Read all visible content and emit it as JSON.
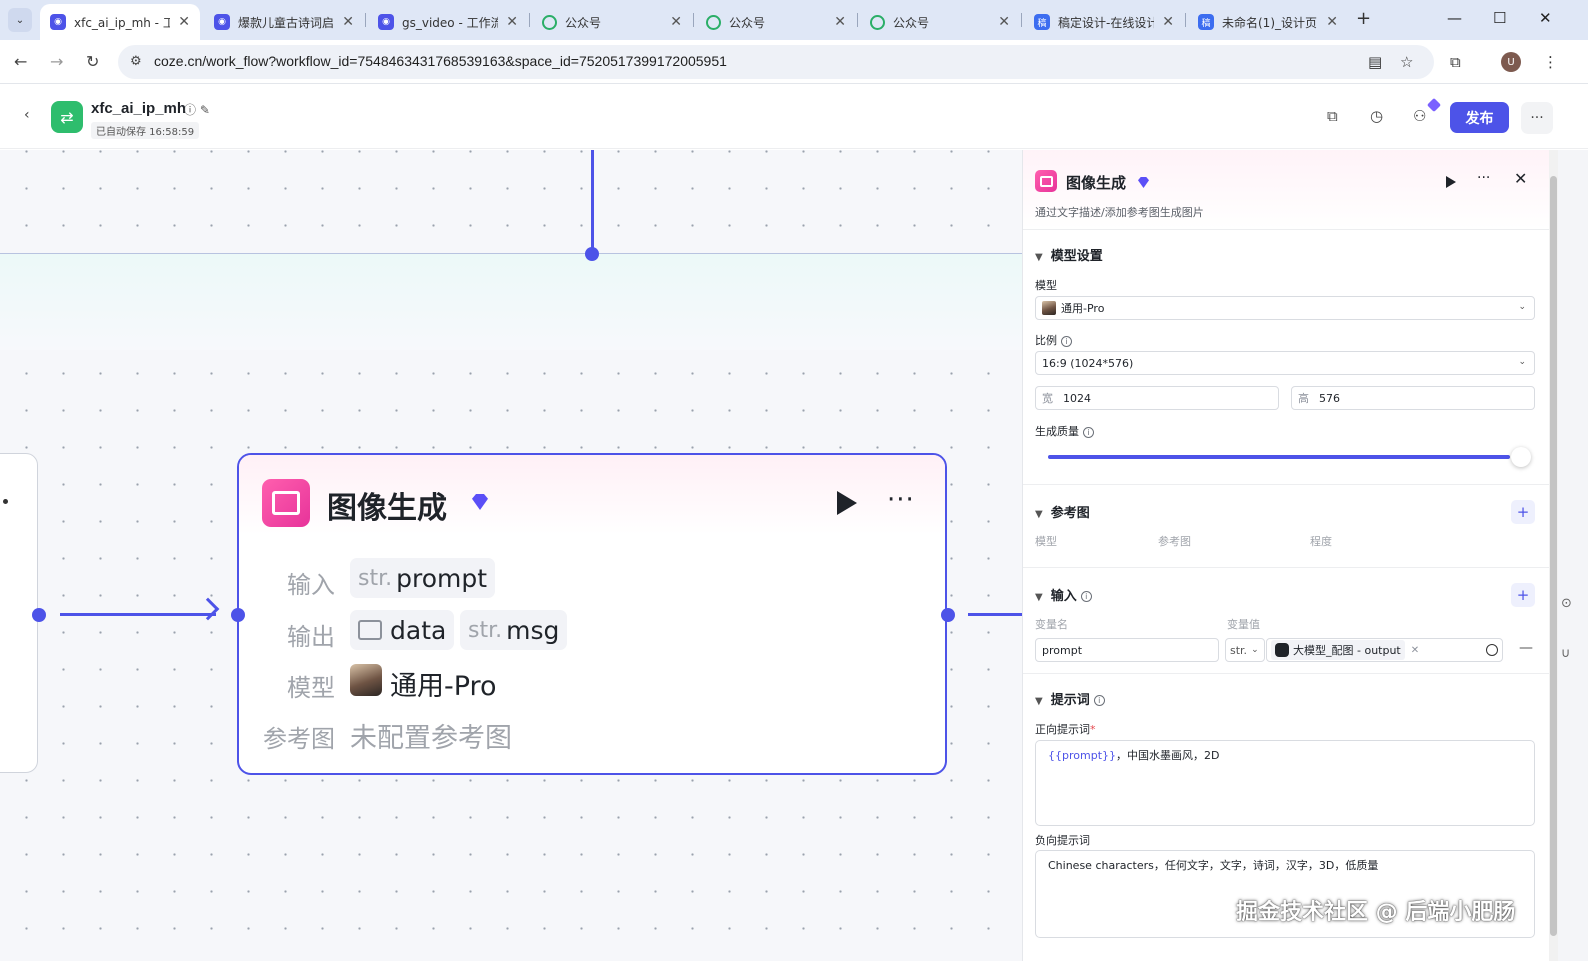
{
  "browser": {
    "tabs": [
      {
        "title": "xfc_ai_ip_mh - 工",
        "icon": "coze-icon",
        "active": true
      },
      {
        "title": "爆款儿童古诗词启",
        "icon": "coze-icon",
        "active": false
      },
      {
        "title": "gs_video - 工作流",
        "icon": "coze-icon",
        "active": false
      },
      {
        "title": "公众号",
        "icon": "wechat-icon",
        "active": false
      },
      {
        "title": "公众号",
        "icon": "wechat-icon",
        "active": false
      },
      {
        "title": "公众号",
        "icon": "wechat-icon",
        "active": false
      },
      {
        "title": "稿定设计-在线设计",
        "icon": "gaoding-icon",
        "active": false
      },
      {
        "title": "未命名(1)_设计页",
        "icon": "gaoding-icon",
        "active": false
      }
    ],
    "url": "coze.cn/work_flow?workflow_id=7548463431768539163&space_id=7520517399172005951",
    "profile_initial": "U"
  },
  "app_header": {
    "name": "xfc_ai_ip_mh",
    "autosave": "已自动保存 16:58:59",
    "publish_label": "发布"
  },
  "node": {
    "title": "图像生成",
    "input_label": "输入",
    "input_type": "str.",
    "input_var": "prompt",
    "output_label": "输出",
    "output_var_1": "data",
    "output_type_2": "str.",
    "output_var_2": "msg",
    "model_label": "模型",
    "model_value": "通用-Pro",
    "ref_label": "参考图",
    "ref_value": "未配置参考图"
  },
  "panel": {
    "title": "图像生成",
    "description": "通过文字描述/添加参考图生成图片",
    "model_section": "模型设置",
    "model_label": "模型",
    "model_value": "通用-Pro",
    "ratio_label": "比例",
    "ratio_value": "16:9 (1024*576)",
    "width_prefix": "宽",
    "width_value": "1024",
    "height_prefix": "高",
    "height_value": "576",
    "quality_label": "生成质量",
    "quality_level": 1.0,
    "ref_section": "参考图",
    "ref_col_model": "模型",
    "ref_col_image": "参考图",
    "ref_col_degree": "程度",
    "input_section": "输入",
    "var_name_label": "变量名",
    "var_value_label": "变量值",
    "var_name": "prompt",
    "var_type": "str.",
    "var_ref": "大模型_配图 - output",
    "prompt_section": "提示词",
    "positive_label": "正向提示词",
    "positive_token": "{{prompt}}",
    "positive_text": "，中国水墨画风，2D",
    "negative_label": "负向提示词",
    "negative_text": "Chinese characters，任何文字，文字，诗词，汉字，3D，低质量"
  },
  "watermark": "掘金技术社区 @ 后端小肥肠",
  "colors": {
    "accent": "#4d53e8",
    "node_icon": "#e7339a",
    "gem": "#5b4ff7"
  }
}
